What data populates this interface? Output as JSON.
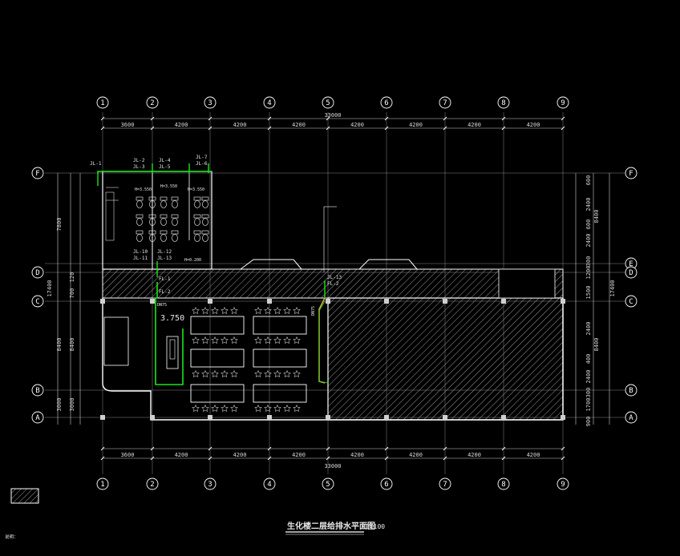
{
  "drawing": {
    "title": "生化楼二层给排水平面图",
    "scale": "1:100",
    "note": "说明：",
    "legend_text": ""
  },
  "axes": {
    "columns": [
      "1",
      "2",
      "3",
      "4",
      "5",
      "6",
      "7",
      "8",
      "9"
    ],
    "rows": [
      "F",
      "E",
      "D",
      "C",
      "B",
      "A"
    ]
  },
  "dimensions": {
    "top_total": "33000",
    "bottom_total": "33000",
    "spans": [
      "3600",
      "4200",
      "4200",
      "4200",
      "4200",
      "4200",
      "4200",
      "4200"
    ],
    "left_outer": [
      "7800",
      "17400",
      "8400",
      "3000"
    ],
    "left_inner": [
      "120",
      "700",
      "8400",
      "3000"
    ],
    "right_outer": [
      "8400",
      "17400"
    ],
    "right_inner": [
      "600",
      "2400",
      "600",
      "2400",
      "300",
      "1200",
      "1500",
      "2400",
      "400",
      "2400",
      "300",
      "1700",
      "900"
    ]
  },
  "riser_labels": {
    "JL1": "JL-1",
    "JL2": "JL-2",
    "JL3": "JL-3",
    "JL4": "JL-4",
    "JL5": "JL-5",
    "JL6": "JL-6",
    "JL7": "JL-7",
    "JL10": "JL-10",
    "JL11": "JL-11",
    "JL12": "JL-12",
    "JL13": "JL-13",
    "FL1": "FL-1",
    "FL2": "FL-2",
    "H1": "H=3.550",
    "H2": "H=3.550",
    "H3": "H=3.550",
    "H4": "H=0.200",
    "DN1": "DN75",
    "DN2": "DN75",
    "lab_elev": "3.750",
    "callout": ""
  },
  "colors": {
    "background": "#000000",
    "line": "#ffffff",
    "pipe_green": "#19e619",
    "pipe_orange": "#e69a3c",
    "text": "#e8e8e8"
  }
}
